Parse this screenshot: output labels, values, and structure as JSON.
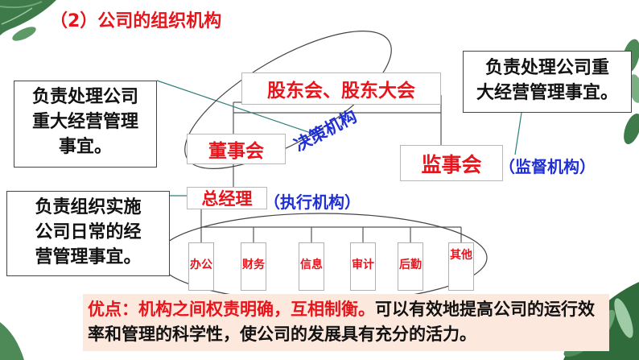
{
  "title": "（2）公司的组织机构",
  "org": {
    "shareholders": "股东会、股东大会",
    "board": "董事会",
    "decision_label": "决策机构",
    "supervisory": "监事会",
    "supervisory_role": "（监督机构）",
    "gm": "总经理",
    "gm_role": "（执行机构）",
    "departments": [
      "办公",
      "财务",
      "信息",
      "审计",
      "后勤",
      "其他"
    ]
  },
  "notes": {
    "left_top": [
      "负责处理公司",
      "重大经营管理",
      "事宜。"
    ],
    "right_top": [
      "负责处理公司重",
      "大经营管理事宜。"
    ],
    "left_bottom": [
      "负责组织实施",
      "公司日常的经",
      "营管理事宜。"
    ]
  },
  "summary": {
    "highlight": "优点：机构之间权责明确，互相制衡。",
    "rest": "可以有效地提高公司的运行效率和管理的科学性，使公司的发展具有充分的活力。"
  },
  "colors": {
    "red": "#e8141b",
    "blue": "#1e2fd6",
    "summary_bg": "#fce8dd",
    "leaf_green": "#3f7a4a"
  }
}
